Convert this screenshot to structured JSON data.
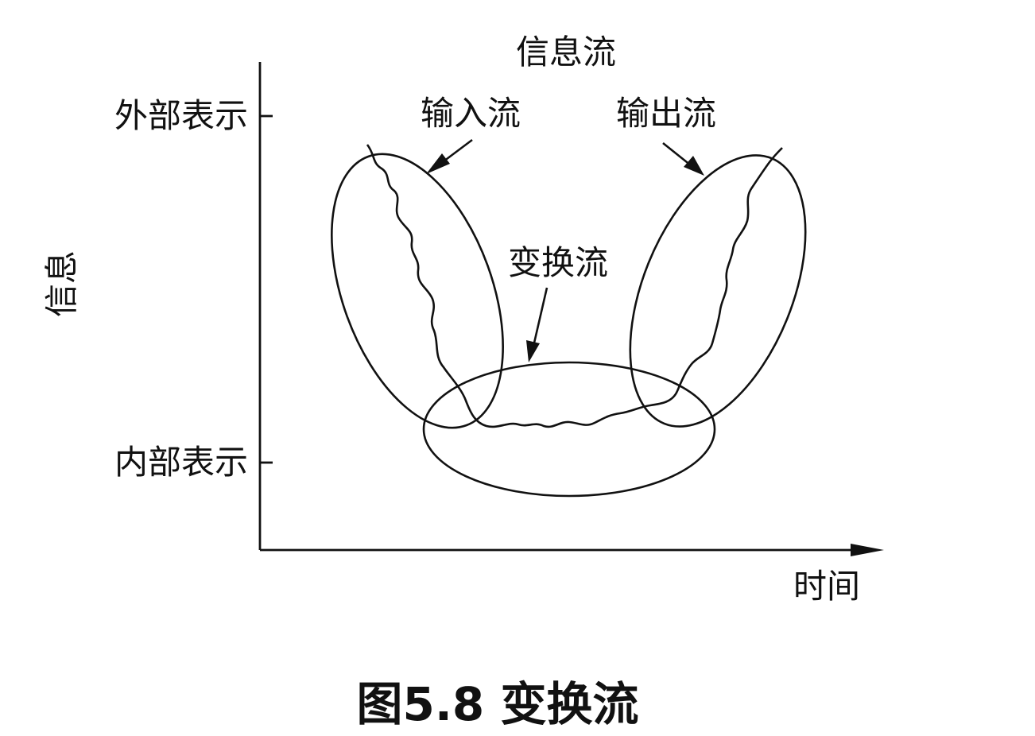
{
  "diagram": {
    "top_label": "信息流",
    "y_axis_label": "信息",
    "x_axis_label": "时间",
    "y_tick_high": "外部表示",
    "y_tick_low": "内部表示",
    "input_flow_label": "输入流",
    "output_flow_label": "输出流",
    "transform_flow_label": "变换流",
    "caption": "图5.8 变换流"
  }
}
